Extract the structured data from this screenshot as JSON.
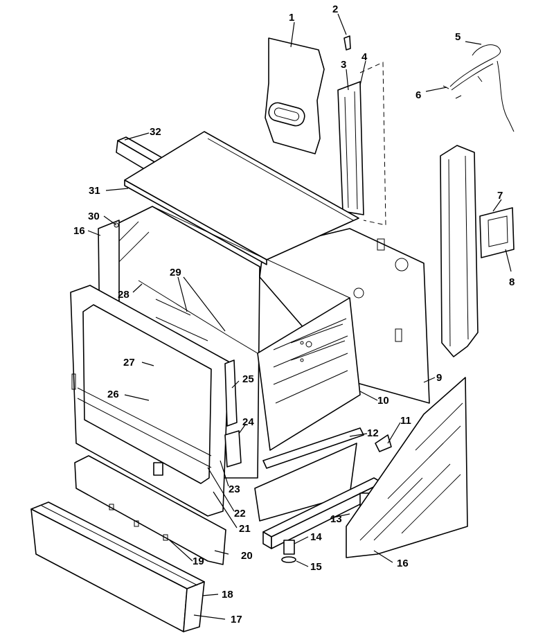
{
  "diagram": {
    "callouts": [
      "1",
      "2",
      "3",
      "4",
      "5",
      "6",
      "7",
      "8",
      "9",
      "10",
      "11",
      "12",
      "13",
      "14",
      "15",
      "16",
      "16",
      "17",
      "18",
      "19",
      "20",
      "21",
      "22",
      "23",
      "24",
      "25",
      "26",
      "27",
      "28",
      "29",
      "30",
      "31",
      "32"
    ]
  }
}
